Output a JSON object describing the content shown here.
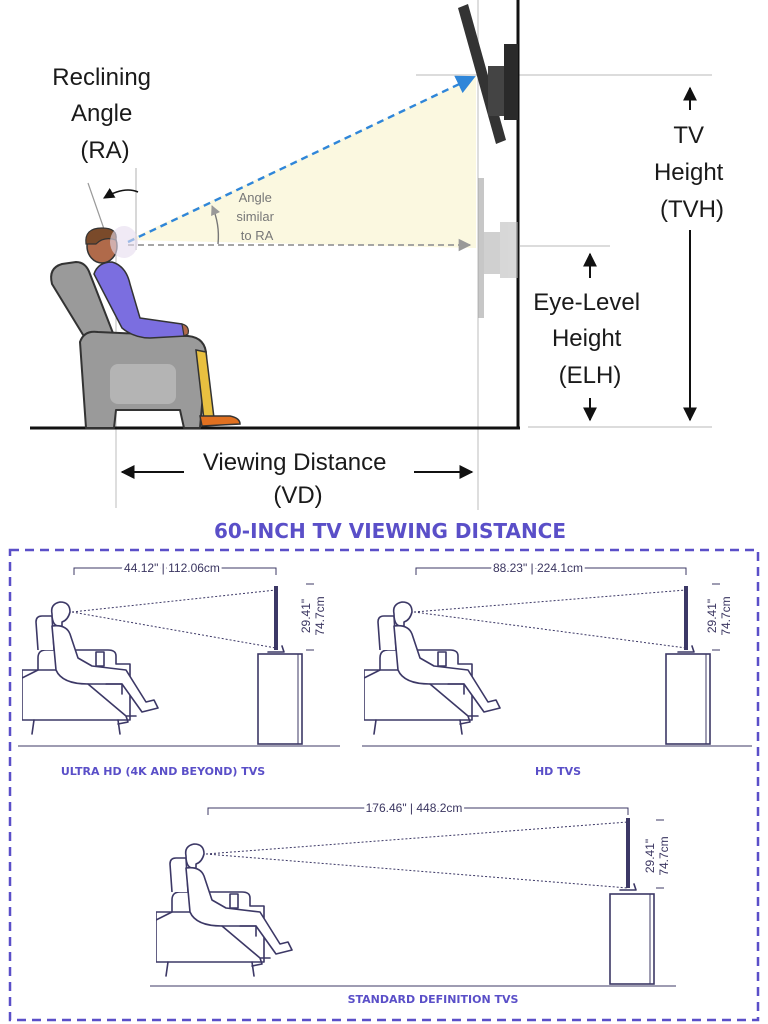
{
  "top_diagram": {
    "reclining_angle": [
      "Reclining",
      "Angle",
      "(RA)"
    ],
    "angle_note": [
      "Angle",
      "similar",
      "to RA"
    ],
    "tv_height": [
      "TV",
      "Height",
      "(TVH)"
    ],
    "eye_level": [
      "Eye-Level",
      "Height",
      "(ELH)"
    ],
    "viewing_distance": [
      "Viewing Distance",
      "(VD)"
    ],
    "colors": {
      "dashed_blue": "#2f86d9",
      "cone_fill": "#fbf8e0",
      "chair": "#9a9a9a",
      "skin": "#b06a4a",
      "shirt": "#7b6ee0",
      "pants": "#e8c040",
      "shoes": "#e07020"
    }
  },
  "bottom_diagram": {
    "title": "60-INCH TV VIEWING DISTANCE",
    "accent_color": "#5a4fc8",
    "panels": [
      {
        "label": "ULTRA HD (4K AND BEYOND) TVS",
        "distance": "44.12\" | 112.06cm",
        "height_in": "29.41\"",
        "height_cm": "74.7cm"
      },
      {
        "label": "HD TVS",
        "distance": "88.23\" | 224.1cm",
        "height_in": "29.41\"",
        "height_cm": "74.7cm"
      },
      {
        "label": "STANDARD DEFINITION TVS",
        "distance": "176.46\" | 448.2cm",
        "height_in": "29.41\"",
        "height_cm": "74.7cm"
      }
    ]
  }
}
